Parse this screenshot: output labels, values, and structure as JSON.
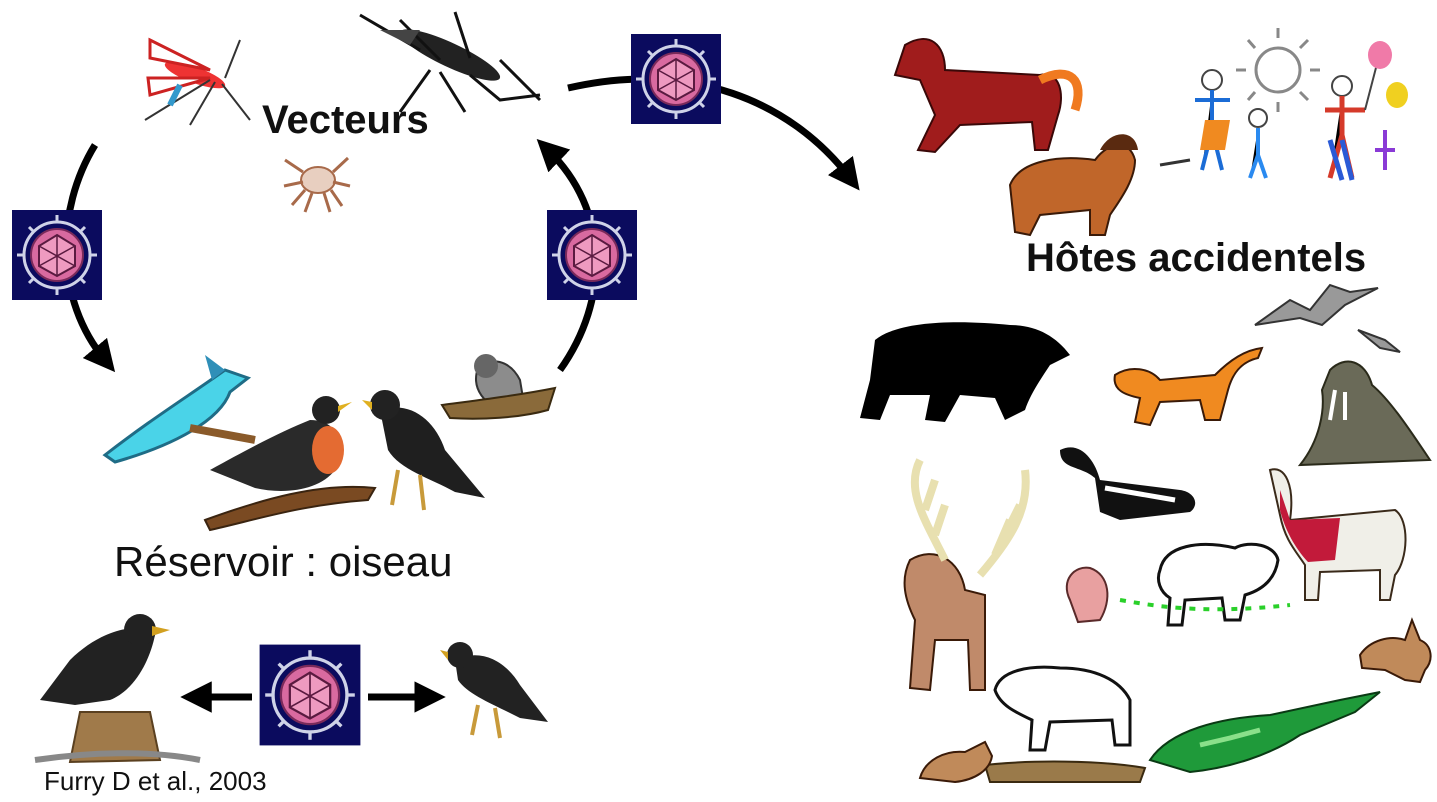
{
  "labels": {
    "vectors": "Vecteurs",
    "accidental_hosts": "Hôtes accidentels",
    "reservoir": "Réservoir : oiseau",
    "citation": "Furry D et al., 2003"
  },
  "colors": {
    "virus_box": "#0b0b5e",
    "virus_body": "#e07aa8",
    "arrow": "#000000"
  },
  "icons": {
    "vectors": [
      "mosquito-striped-icon",
      "mosquito-dark-icon",
      "tick-icon"
    ],
    "reservoir_birds": [
      "blue-jay-icon",
      "robin-icon",
      "blackbird-icon",
      "sparrow-on-branch-icon"
    ],
    "bird_transmission": [
      "crow-on-stump-icon",
      "crow-icon"
    ],
    "accidental_hosts": [
      "horse-icon",
      "dog-icon",
      "human-family-icon",
      "bat-icon",
      "bear-icon",
      "cat-icon",
      "walrus-icon",
      "skunk-icon",
      "moose-icon",
      "llama-icon",
      "squirrel-icon",
      "sheep-icon",
      "rabbit-icon",
      "mountain-goat-icon",
      "chipmunk-icon",
      "alligator-icon"
    ]
  }
}
